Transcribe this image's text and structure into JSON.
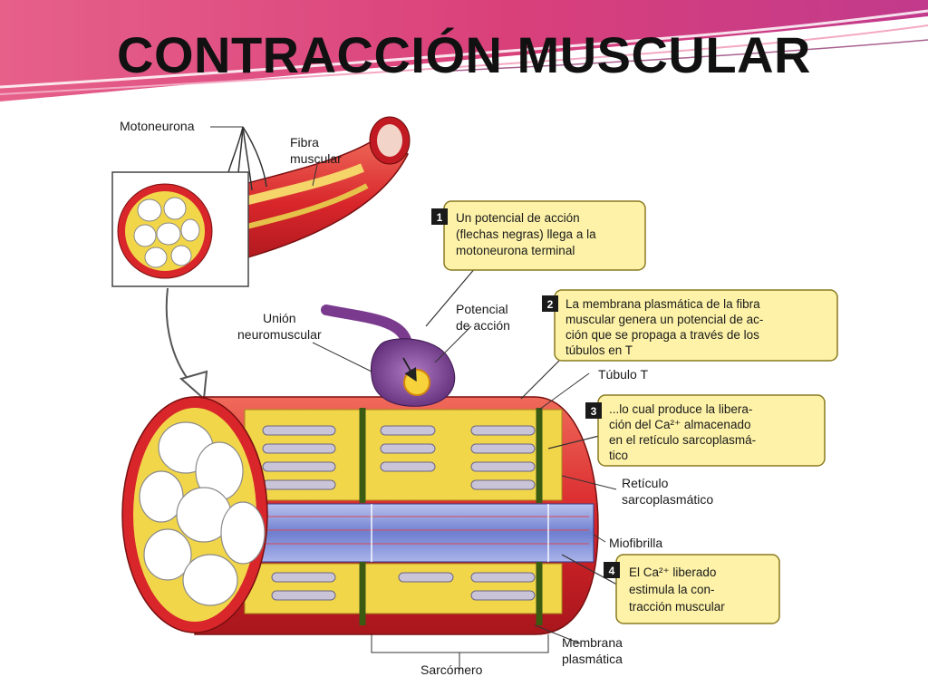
{
  "slide": {
    "title": "CONTRACCIÓN MUSCULAR"
  },
  "labels": {
    "motoneurona": "Motoneurona",
    "fibra_line1": "Fibra",
    "fibra_line2": "muscular",
    "union_line1": "Unión",
    "union_line2": "neuromuscular",
    "potencial_line1": "Potencial",
    "potencial_line2": "de acción",
    "tubulo_t": "Túbulo T",
    "reticulo_line1": "Retículo",
    "reticulo_line2": "sarcoplasmático",
    "miofibrilla": "Miofibrilla",
    "membrana_line1": "Membrana",
    "membrana_line2": "plasmática",
    "sarcomero": "Sarcómero"
  },
  "steps": [
    {
      "number": "1",
      "lines": [
        "Un potencial de acción",
        "(flechas negras) llega a la",
        "motoneurona terminal"
      ]
    },
    {
      "number": "2",
      "lines": [
        "La membrana plasmática de la fibra",
        "muscular genera un potencial de ac-",
        "ción que se propaga a través de los",
        "túbulos en T"
      ]
    },
    {
      "number": "3",
      "lines": [
        "...lo cual produce la libera-",
        "ción del Ca²⁺ almacenado",
        "en el retículo sarcoplasmá-",
        "tico"
      ]
    },
    {
      "number": "4",
      "lines": [
        "El Ca²⁺ liberado",
        "estimula la con-",
        "tracción muscular"
      ]
    }
  ],
  "colors": {
    "header_pink": "#e0527e",
    "muscle_red": "#d8262b",
    "sarcoplasm_yellow": "#f2d64a",
    "myofibril_blue": "#7f8fd6",
    "neuron_purple": "#7a3b8f",
    "callout_fill": "#fdf2a8"
  }
}
